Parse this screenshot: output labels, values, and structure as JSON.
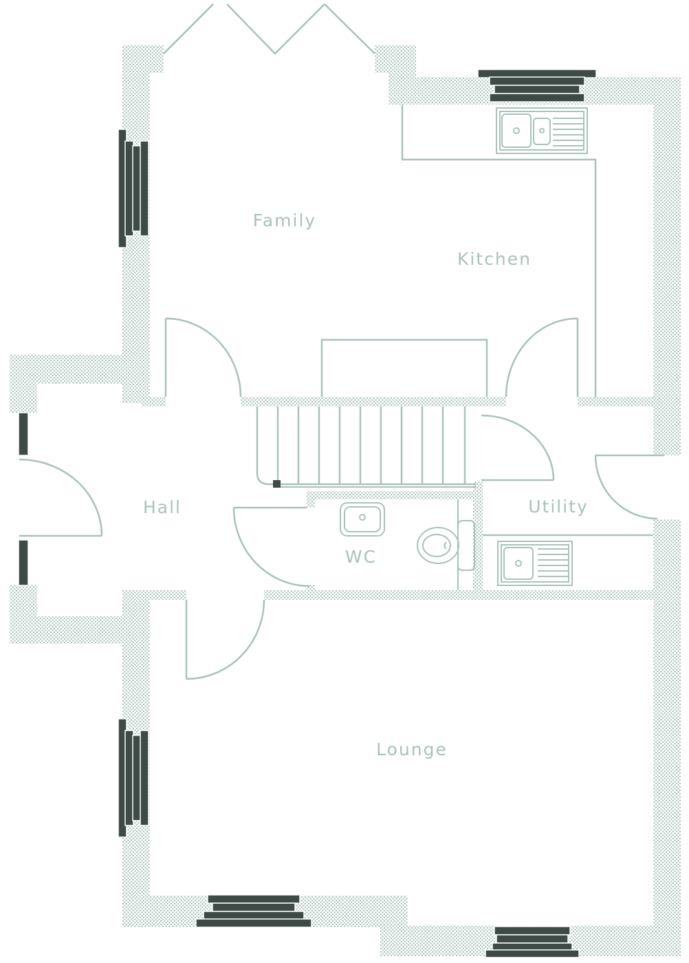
{
  "rooms": {
    "family": "Family",
    "kitchen": "Kitchen",
    "hall": "Hall",
    "utility": "Utility",
    "wc": "WC",
    "lounge": "Lounge"
  },
  "colors": {
    "wall_dots": "#a9c2bb",
    "line": "#a9c2bb",
    "window": "#3d4a45",
    "label": "#a9c2bb"
  }
}
